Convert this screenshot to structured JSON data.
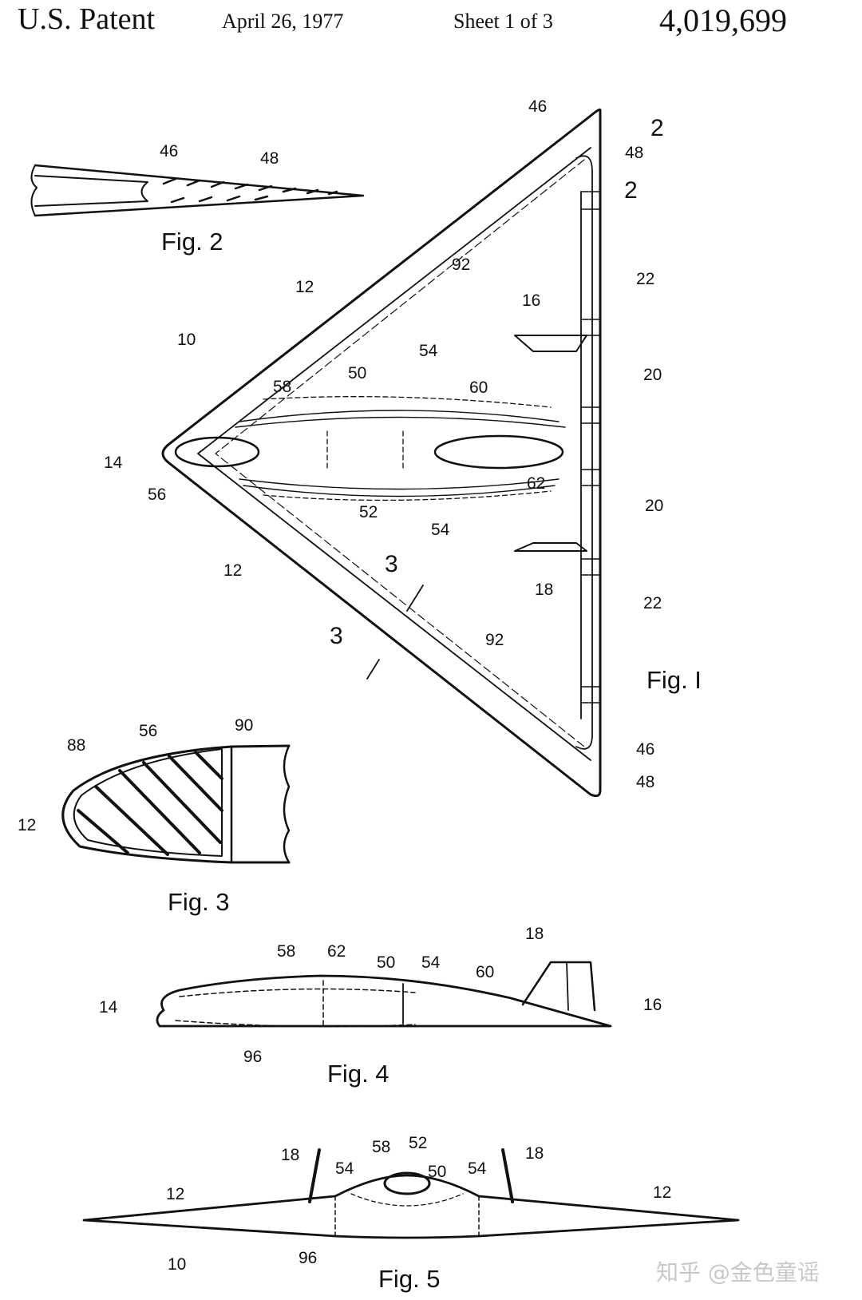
{
  "header": {
    "patent_label": "U.S. Patent",
    "date": "April 26, 1977",
    "sheet": "Sheet 1 of 3",
    "patent_number": "4,019,699"
  },
  "figures": {
    "fig1": "Fig. I",
    "fig2": "Fig. 2",
    "fig3": "Fig. 3",
    "fig4": "Fig. 4",
    "fig5": "Fig. 5"
  },
  "refs": {
    "fig1": [
      "46",
      "2",
      "48",
      "2",
      "22",
      "92",
      "12",
      "16",
      "10",
      "54",
      "50",
      "60",
      "20",
      "58",
      "14",
      "56",
      "62",
      "52",
      "54",
      "20",
      "3",
      "18",
      "12",
      "22",
      "3",
      "92",
      "46",
      "48"
    ],
    "fig2": [
      "46",
      "48"
    ],
    "fig3": [
      "88",
      "56",
      "90",
      "12"
    ],
    "fig4": [
      "18",
      "58",
      "62",
      "50",
      "54",
      "60",
      "14",
      "16",
      "96"
    ],
    "fig5": [
      "18",
      "58",
      "52",
      "18",
      "12",
      "54",
      "50",
      "54",
      "12",
      "10",
      "96"
    ]
  },
  "watermark": "知乎 @金色童谣"
}
